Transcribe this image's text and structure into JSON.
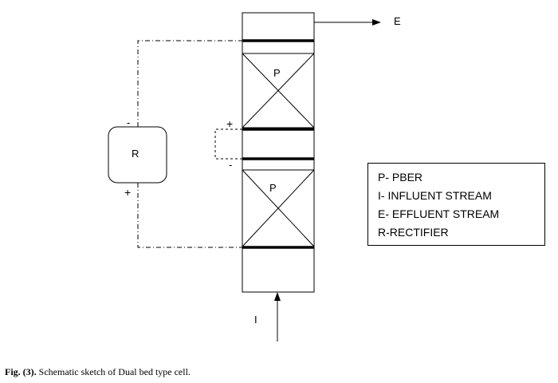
{
  "labels": {
    "effluent": "E",
    "influent": "I",
    "bed_top": "P",
    "bed_bottom": "P",
    "rectifier": "R",
    "rectifier_top_sign": "-",
    "rectifier_bottom_sign": "+",
    "link_top_sign": "+",
    "link_bottom_sign": "-"
  },
  "legend": [
    {
      "text": "P- PBER"
    },
    {
      "text": "I-  INFLUENT STREAM"
    },
    {
      "text": "E- EFFLUENT STREAM"
    },
    {
      "text": "R-RECTIFIER"
    }
  ],
  "caption": {
    "prefix": "Fig. (3).",
    "text": " Schematic sketch of Dual bed type cell."
  }
}
